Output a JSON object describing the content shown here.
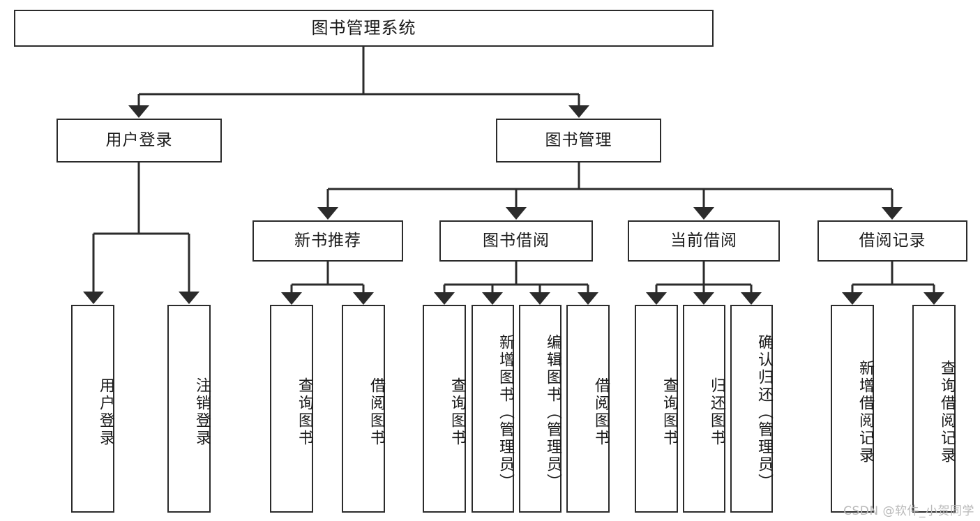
{
  "diagram": {
    "title": "图书管理系统",
    "type": "tree-hierarchy-chart",
    "watermark": "CSDN @软件_小贺同学",
    "colors": {
      "box_border": "#2b2b2b",
      "box_fill": "#ffffff",
      "connector": "#2b2b2b",
      "text": "#1a1a1a",
      "watermark": "#b9b9b9",
      "background": "#ffffff"
    },
    "nodes": {
      "root": {
        "label": "图书管理系统"
      },
      "level2": [
        {
          "id": "user-login",
          "label": "用户登录"
        },
        {
          "id": "book-manage",
          "label": "图书管理"
        }
      ],
      "level3": [
        {
          "id": "new-book-recommend",
          "label": "新书推荐"
        },
        {
          "id": "book-borrow",
          "label": "图书借阅"
        },
        {
          "id": "current-borrow",
          "label": "当前借阅"
        },
        {
          "id": "borrow-record",
          "label": "借阅记录"
        }
      ],
      "leaves": [
        {
          "id": "leaf-user-login",
          "label": "用户登录",
          "parent": "user-login"
        },
        {
          "id": "leaf-user-logout",
          "label": "注销登录",
          "parent": "user-login"
        },
        {
          "id": "leaf-query-book-1",
          "label": "查询图书",
          "parent": "new-book-recommend"
        },
        {
          "id": "leaf-borrow-book-1",
          "label": "借阅图书",
          "parent": "new-book-recommend"
        },
        {
          "id": "leaf-query-book-2",
          "label": "查询图书",
          "parent": "book-borrow"
        },
        {
          "id": "leaf-add-book",
          "label": "新增图书（管理员）",
          "parent": "book-borrow"
        },
        {
          "id": "leaf-edit-book",
          "label": "编辑图书（管理员）",
          "parent": "book-borrow"
        },
        {
          "id": "leaf-borrow-book-2",
          "label": "借阅图书",
          "parent": "book-borrow"
        },
        {
          "id": "leaf-query-book-3",
          "label": "查询图书",
          "parent": "current-borrow"
        },
        {
          "id": "leaf-return-book",
          "label": "归还图书",
          "parent": "current-borrow"
        },
        {
          "id": "leaf-confirm-return",
          "label": "确认归还（管理员）",
          "parent": "current-borrow"
        },
        {
          "id": "leaf-add-record",
          "label": "新增借阅记录",
          "parent": "borrow-record"
        },
        {
          "id": "leaf-query-record",
          "label": "查询借阅记录",
          "parent": "borrow-record"
        }
      ]
    }
  }
}
